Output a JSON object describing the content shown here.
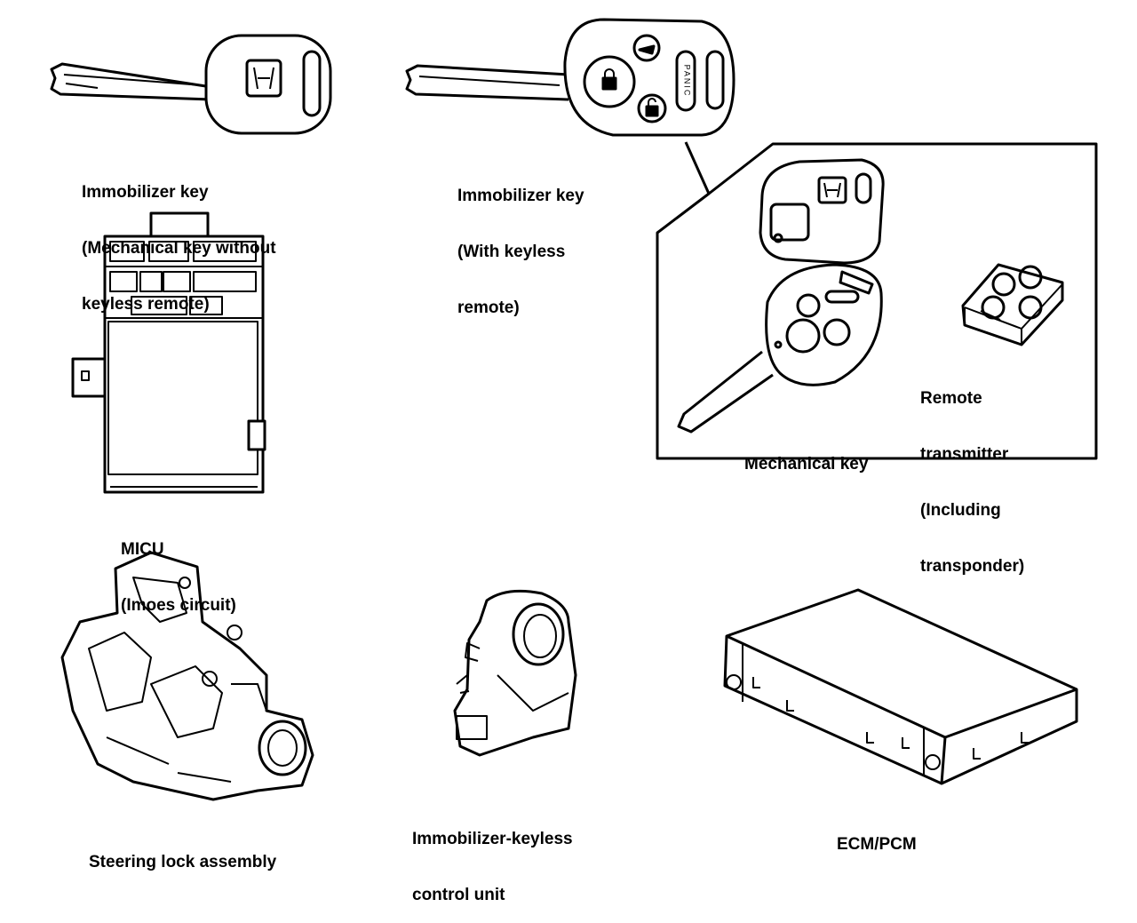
{
  "labels": {
    "immobilizer_key_mechanical": [
      "Immobilizer key",
      "(Mechanical key without",
      "keyless remote)"
    ],
    "immobilizer_key_remote": [
      "Immobilizer key",
      "(With keyless",
      "remote)"
    ],
    "micu": [
      "MICU",
      "(Imoes circuit)"
    ],
    "mechanical_key": "Mechanical key",
    "remote_transmitter": [
      "Remote",
      "transmitter",
      "(Including",
      "transponder)"
    ],
    "steering_lock": "Steering lock assembly",
    "control_unit": [
      "Immobilizer-keyless",
      "control unit"
    ],
    "ecm_pcm": "ECM/PCM"
  },
  "remote_buttons": {
    "panic": "PANIC"
  },
  "line_color": "#000000",
  "icons": [
    "honda-logo-icon",
    "lock-icon",
    "unlock-icon",
    "trunk-icon"
  ]
}
